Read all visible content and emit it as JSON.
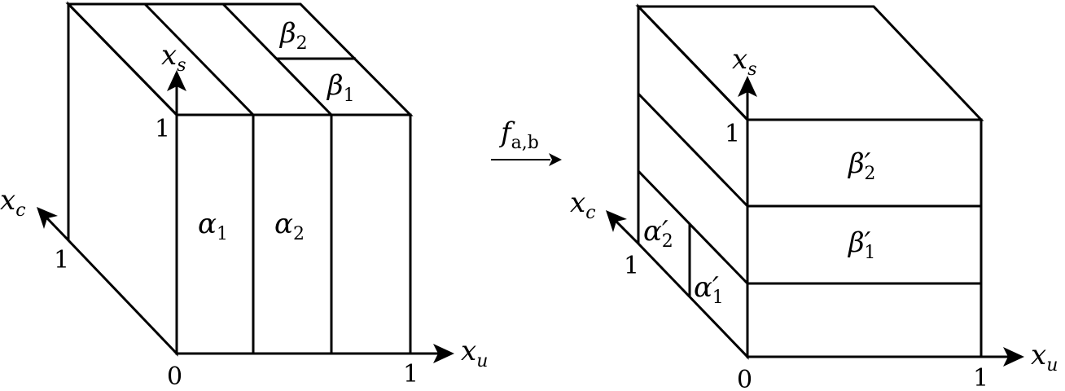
{
  "left_cube": {
    "axes": {
      "x_u": {
        "base": "x",
        "sub": "u"
      },
      "x_s": {
        "base": "x",
        "sub": "s"
      },
      "x_c": {
        "base": "x",
        "sub": "c"
      }
    },
    "ticks": {
      "origin": "0",
      "u_one": "1",
      "s_one": "1",
      "c_one": "1"
    },
    "regions": {
      "alpha1": {
        "base": "α",
        "sub": "1"
      },
      "alpha2": {
        "base": "α",
        "sub": "2"
      },
      "beta1": {
        "base": "β",
        "sub": "1"
      },
      "beta2": {
        "base": "β",
        "sub": "2"
      }
    }
  },
  "map": {
    "base": "f",
    "sub": "a,b"
  },
  "right_cube": {
    "axes": {
      "x_u": {
        "base": "x",
        "sub": "u"
      },
      "x_s": {
        "base": "x",
        "sub": "s"
      },
      "x_c": {
        "base": "x",
        "sub": "c"
      }
    },
    "ticks": {
      "origin": "0",
      "u_one": "1",
      "s_one": "1",
      "c_one": "1"
    },
    "regions": {
      "beta2p": {
        "base": "β",
        "prime": "′",
        "sub": "2"
      },
      "beta1p": {
        "base": "β",
        "prime": "′",
        "sub": "1"
      },
      "alpha2p": {
        "base": "α",
        "prime": "′",
        "sub": "2"
      },
      "alpha1p": {
        "base": "α",
        "prime": "′",
        "sub": "1"
      }
    }
  }
}
